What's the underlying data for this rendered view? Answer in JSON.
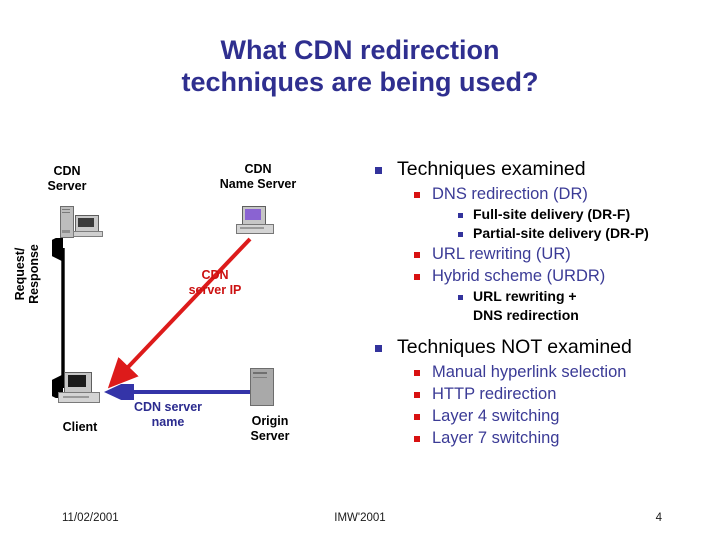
{
  "slide": {
    "title_line1": "What CDN redirection",
    "title_line2": "techniques are being used?",
    "title_color": "#2f2f8f"
  },
  "diagram": {
    "nodes": [
      {
        "id": "cdn-server",
        "label": "CDN\nServer",
        "icon": "server-tower-monitor-icon"
      },
      {
        "id": "cdn-name-server",
        "label": "CDN\nName Server",
        "icon": "desktop-computer-purple-icon"
      },
      {
        "id": "client",
        "label": "Client",
        "icon": "desktop-computer-icon"
      },
      {
        "id": "origin-server",
        "label": "Origin\nServer",
        "icon": "server-rack-icon"
      }
    ],
    "flows": [
      {
        "id": "request-response",
        "label": "Request/\nResponse",
        "color": "#000000",
        "style": "double-headed-vertical"
      },
      {
        "id": "cdn-server-ip",
        "label": "CDN\nserver IP",
        "color": "#cc1111",
        "style": "diagonal-arrow"
      },
      {
        "id": "cdn-server-name",
        "label": "CDN server\nname",
        "color": "#2b2b8f",
        "style": "horizontal-arrow-left"
      }
    ]
  },
  "bullets": {
    "examined": {
      "heading": "Techniques examined",
      "items": [
        {
          "label": "DNS redirection (DR)",
          "sub": [
            "Full-site delivery (DR-F)",
            "Partial-site delivery (DR-P)"
          ]
        },
        {
          "label": "URL rewriting (UR)",
          "sub": []
        },
        {
          "label": "Hybrid scheme (URDR)",
          "sub": [
            "URL rewriting +\nDNS redirection"
          ]
        }
      ]
    },
    "not_examined": {
      "heading": "Techniques NOT examined",
      "items": [
        {
          "label": "Manual hyperlink selection",
          "sub": []
        },
        {
          "label": "HTTP redirection",
          "sub": []
        },
        {
          "label": "Layer 4 switching",
          "sub": []
        },
        {
          "label": "Layer 7 switching",
          "sub": []
        }
      ]
    }
  },
  "footer": {
    "date": "11/02/2001",
    "conference": "IMW'2001",
    "page": "4"
  },
  "colors": {
    "title": "#2f2f8f",
    "bullet_level1_marker": "#33339c",
    "bullet_level2_marker": "#d81111",
    "bullet_level2_text": "#3b3b96",
    "red_arrow": "#dd1b1b",
    "blue_arrow": "#3434a8"
  }
}
